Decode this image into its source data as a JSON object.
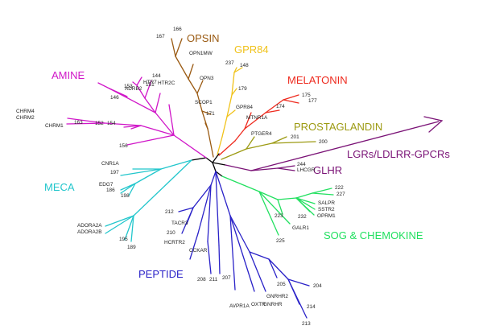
{
  "groups": {
    "opsin": "OPSIN",
    "gpr84": "GPR84",
    "melatonin": "MELATONIN",
    "amine": "AMINE",
    "prostaglandin": "PROSTAGLANDIN",
    "lgr": "LGRs/LDLRR-GPCRs",
    "glhr": "GLHR",
    "meca": "MECA",
    "sog": "SOG & CHEMOKINE",
    "peptide": "PEPTIDE"
  },
  "colors": {
    "opsin": "#9a5a12",
    "gpr84": "#f0c21a",
    "melatonin": "#ee2a1e",
    "amine": "#d016c8",
    "prostaglandin": "#9c9a12",
    "lgr": "#7a1276",
    "glhr": "#7a1276",
    "meca": "#22c6cc",
    "sog": "#22e060",
    "peptide": "#2a22c8",
    "core": "#000000"
  },
  "leaves": {
    "l166": "166",
    "l167": "167",
    "opn1mw": "OPN1MW",
    "opn3": "OPN3",
    "scop1": "SCOP1",
    "l171": "171",
    "l237": "237",
    "l148": "148",
    "l179": "179",
    "gpr84": "GPR84",
    "mtnr1a": "MTNR1A",
    "l174": "174",
    "l175": "175",
    "l177": "177",
    "ptger4": "PTGER4",
    "l201": "201",
    "l200": "200",
    "l244": "244",
    "lhcgr": "LHCGR",
    "l153": "153",
    "l144": "144",
    "htr7": "HTR7",
    "l151": "151",
    "htr2c": "HTR2C",
    "adrb2": "ADRB2",
    "l146": "146",
    "chrm4": "CHRM4",
    "chrm2": "CHRM2",
    "chrm1": "CHRM1",
    "l163": "163",
    "l152": "152",
    "l154": "154",
    "l156": "156",
    "cnr1a": "CNR1A",
    "l197": "197",
    "edg7": "EDG7",
    "l186": "186",
    "l198": "198",
    "adora2a": "ADORA2A",
    "adora2b": "ADORA2B",
    "l195": "195",
    "l189": "189",
    "l222": "222",
    "l227": "227",
    "salpr": "SALPR",
    "sstr2": "SSTR2",
    "oprm1": "OPRM1",
    "l223": "223",
    "l232": "232",
    "galr1": "GALR1",
    "l225": "225",
    "l212": "212",
    "tacr3": "TACR3",
    "l210": "210",
    "hcrtr2": "HCRTR2",
    "cckar": "CCKAR",
    "l208": "208",
    "l211": "211",
    "l207": "207",
    "l205": "205",
    "gnrhr2": "GNRHR2",
    "avpr1a": "AVPR1A",
    "oxtr": "OXTR",
    "gnrhr": "GNRHR",
    "l204": "204",
    "l214": "214",
    "l213": "213"
  }
}
